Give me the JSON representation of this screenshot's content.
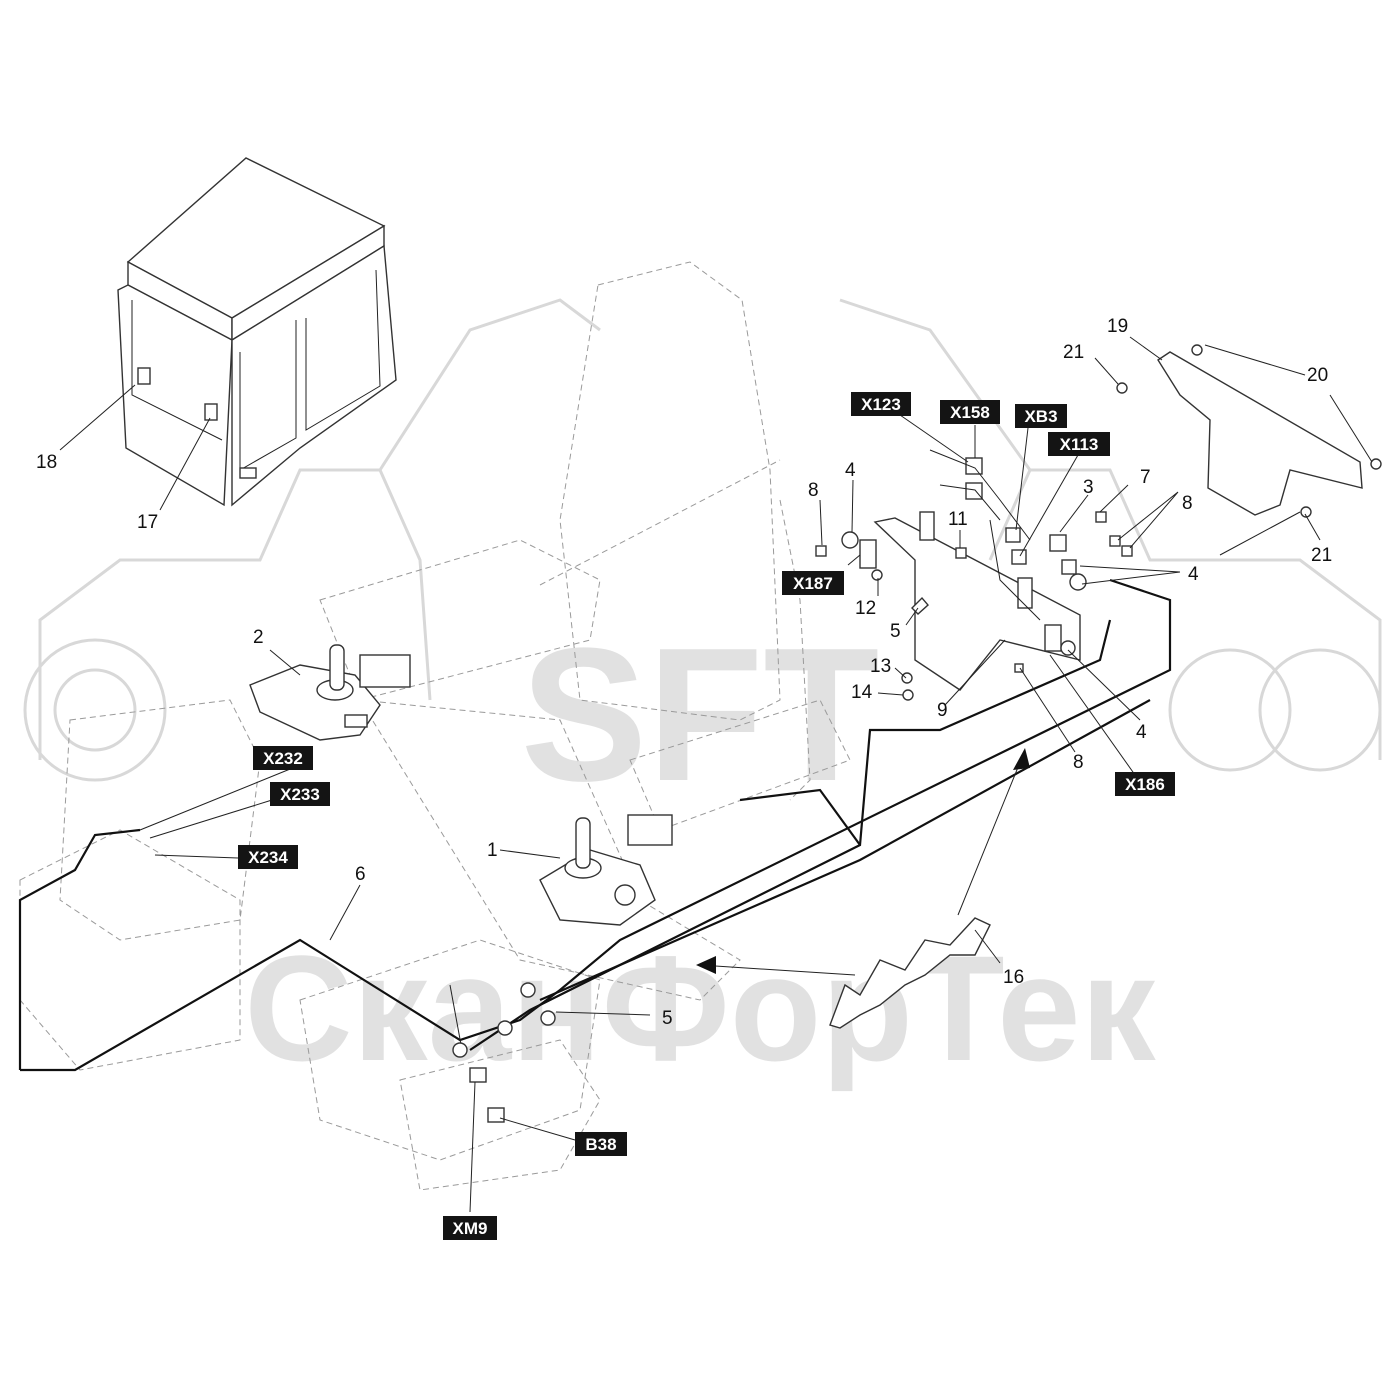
{
  "watermark": {
    "logo": "SFT",
    "brand": "СканФорТек"
  },
  "callouts": [
    {
      "id": "c1",
      "text": "1"
    },
    {
      "id": "c2",
      "text": "2"
    },
    {
      "id": "c3",
      "text": "3"
    },
    {
      "id": "c4a",
      "text": "4"
    },
    {
      "id": "c4b",
      "text": "4"
    },
    {
      "id": "c4c",
      "text": "4"
    },
    {
      "id": "c5a",
      "text": "5"
    },
    {
      "id": "c5b",
      "text": "5"
    },
    {
      "id": "c6",
      "text": "6"
    },
    {
      "id": "c7",
      "text": "7"
    },
    {
      "id": "c8a",
      "text": "8"
    },
    {
      "id": "c8b",
      "text": "8"
    },
    {
      "id": "c8c",
      "text": "8"
    },
    {
      "id": "c9",
      "text": "9"
    },
    {
      "id": "c11",
      "text": "11"
    },
    {
      "id": "c12",
      "text": "12"
    },
    {
      "id": "c13",
      "text": "13"
    },
    {
      "id": "c14",
      "text": "14"
    },
    {
      "id": "c16",
      "text": "16"
    },
    {
      "id": "c17",
      "text": "17"
    },
    {
      "id": "c18",
      "text": "18"
    },
    {
      "id": "c19",
      "text": "19"
    },
    {
      "id": "c20",
      "text": "20"
    },
    {
      "id": "c21a",
      "text": "21"
    },
    {
      "id": "c21b",
      "text": "21"
    }
  ],
  "connectors": [
    {
      "id": "X123",
      "text": "X123"
    },
    {
      "id": "X158",
      "text": "X158"
    },
    {
      "id": "XB3",
      "text": "XB3"
    },
    {
      "id": "X113",
      "text": "X113"
    },
    {
      "id": "X187",
      "text": "X187"
    },
    {
      "id": "X186",
      "text": "X186"
    },
    {
      "id": "X232",
      "text": "X232"
    },
    {
      "id": "X233",
      "text": "X233"
    },
    {
      "id": "X234",
      "text": "X234"
    },
    {
      "id": "B38",
      "text": "B38"
    },
    {
      "id": "XM9",
      "text": "XM9"
    }
  ]
}
